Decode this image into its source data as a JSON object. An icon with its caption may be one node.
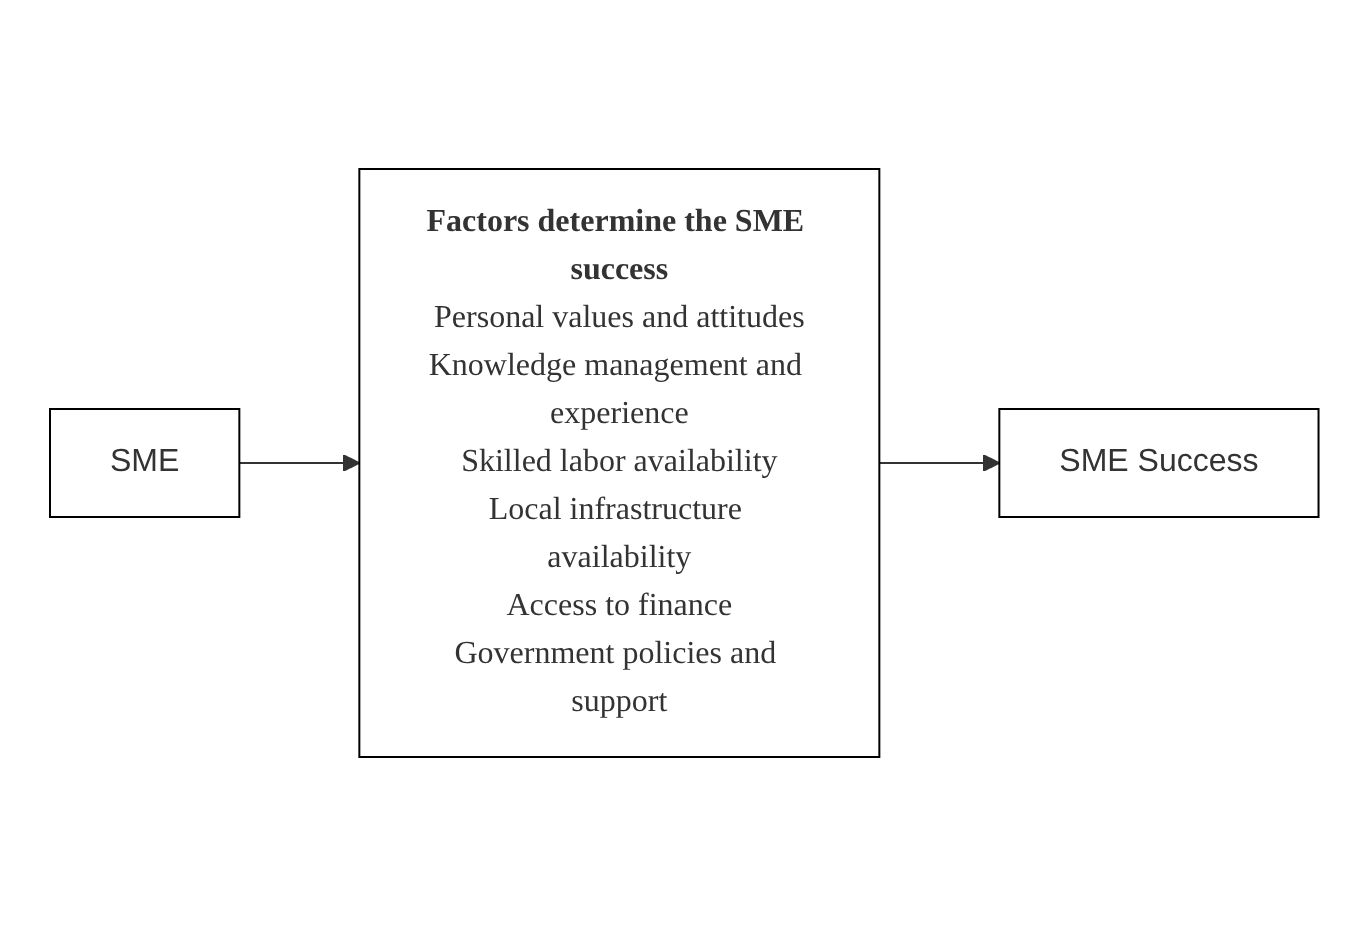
{
  "diagram": {
    "nodes": [
      {
        "text": [
          "SME"
        ]
      },
      {
        "text": [
          "Factors determine the SME success",
          "Personal values and attitudes",
          "Knowledge management and experience",
          "Skilled labor availability",
          "Local infrastructure availability",
          "Access to finance",
          "Government policies and support"
        ]
      },
      {
        "text": [
          "SME Success"
        ]
      }
    ],
    "edges": [
      {
        "from": 0,
        "to": 1,
        "arrow": "to"
      },
      {
        "from": 1,
        "to": 2,
        "arrow": "to"
      }
    ]
  }
}
